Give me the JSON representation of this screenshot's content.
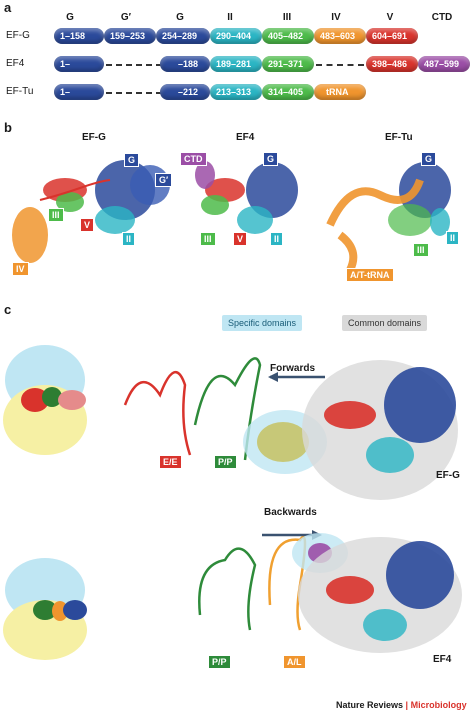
{
  "panel_a": {
    "letter": "a",
    "col_headers": [
      "G",
      "G′",
      "G",
      "II",
      "III",
      "IV",
      "V",
      "CTD"
    ],
    "rows": [
      {
        "label": "EF-G",
        "segments": [
          "1–158",
          "159–253",
          "254–289",
          "290–404",
          "405–482",
          "483–603",
          "604–691"
        ]
      },
      {
        "label": "EF4",
        "segments": [
          "1–",
          "–188",
          "189–281",
          "291–371",
          "398–486",
          "487–599"
        ]
      },
      {
        "label": "EF-Tu",
        "segments": [
          "1–",
          "–212",
          "213–313",
          "314–405",
          "tRNA"
        ]
      }
    ]
  },
  "panel_b": {
    "letter": "b",
    "titles": [
      "EF-G",
      "EF4",
      "EF-Tu"
    ],
    "efg_tags": {
      "g": "G",
      "gp": "G′",
      "iii": "III",
      "v": "V",
      "ii": "II",
      "iv": "IV"
    },
    "ef4_tags": {
      "ctd": "CTD",
      "g": "G",
      "iii": "III",
      "v": "V",
      "ii": "II"
    },
    "eftu_tags": {
      "g": "G",
      "ii": "II",
      "iii": "III",
      "atrna": "A/T-tRNA"
    }
  },
  "panel_c": {
    "letter": "c",
    "specific": "Specific domains",
    "common": "Common domains",
    "forwards": "Forwards",
    "backwards": "Backwards",
    "ee": "E/E",
    "pp_top": "P/P",
    "efg": "EF-G",
    "pp_bottom": "P/P",
    "al": "A/L",
    "ef4": "EF4"
  },
  "footer": {
    "journal": "Nature Reviews",
    "sep": "|",
    "section": "Microbiology"
  },
  "colors": {
    "G": "#2b4a9b",
    "II": "#2bb5c4",
    "III": "#4dbb4a",
    "IV": "#f0952e",
    "V": "#d9332c",
    "CTD": "#9b4ea6",
    "tRNA": "#f0952e"
  }
}
